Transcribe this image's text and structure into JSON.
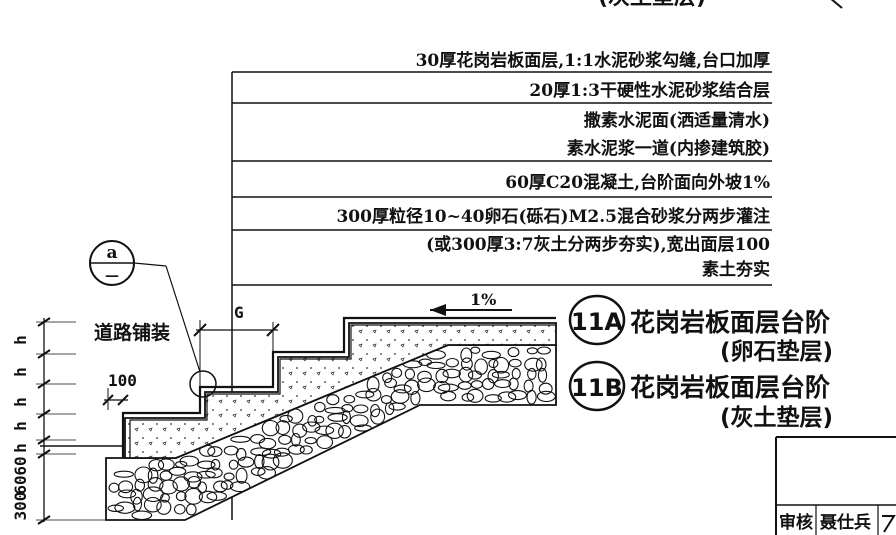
{
  "header_partial": "(灰土垫层)",
  "spec_lines": [
    "30厚花岗岩板面层,1:1水泥砂浆勾缝,台口加厚",
    "20厚1:3干硬性水泥砂浆结合层",
    "撒素水泥面(洒适量清水)",
    "素水泥浆一道(内掺建筑胶)",
    "60厚C20混凝土,台阶面向外坡1%",
    "300厚粒径10~40卵石(砾石)M2.5混合砂浆分两步灌注",
    "(或300厚3:7灰土分两步夯实),宽出面层100",
    "素土夯实"
  ],
  "detail_ref": {
    "top": "a",
    "bottom": "—"
  },
  "labels": {
    "road_paving": "道路铺装",
    "g_dim": "G",
    "dim_100": "100",
    "slope": "1%"
  },
  "left_dims": {
    "h_marks": [
      "h",
      "h",
      "h",
      "h",
      "h"
    ],
    "d60a": "60",
    "d60b": "60",
    "d300": "300"
  },
  "variants": [
    {
      "code": "11A",
      "title": "花岗岩板面层台阶",
      "subtitle": "(卵石垫层)"
    },
    {
      "code": "11B",
      "title": "花岗岩板面层台阶",
      "subtitle": "(灰土垫层)"
    }
  ],
  "title_block": {
    "review_label": "审核",
    "reviewer": "聂仕兵"
  }
}
